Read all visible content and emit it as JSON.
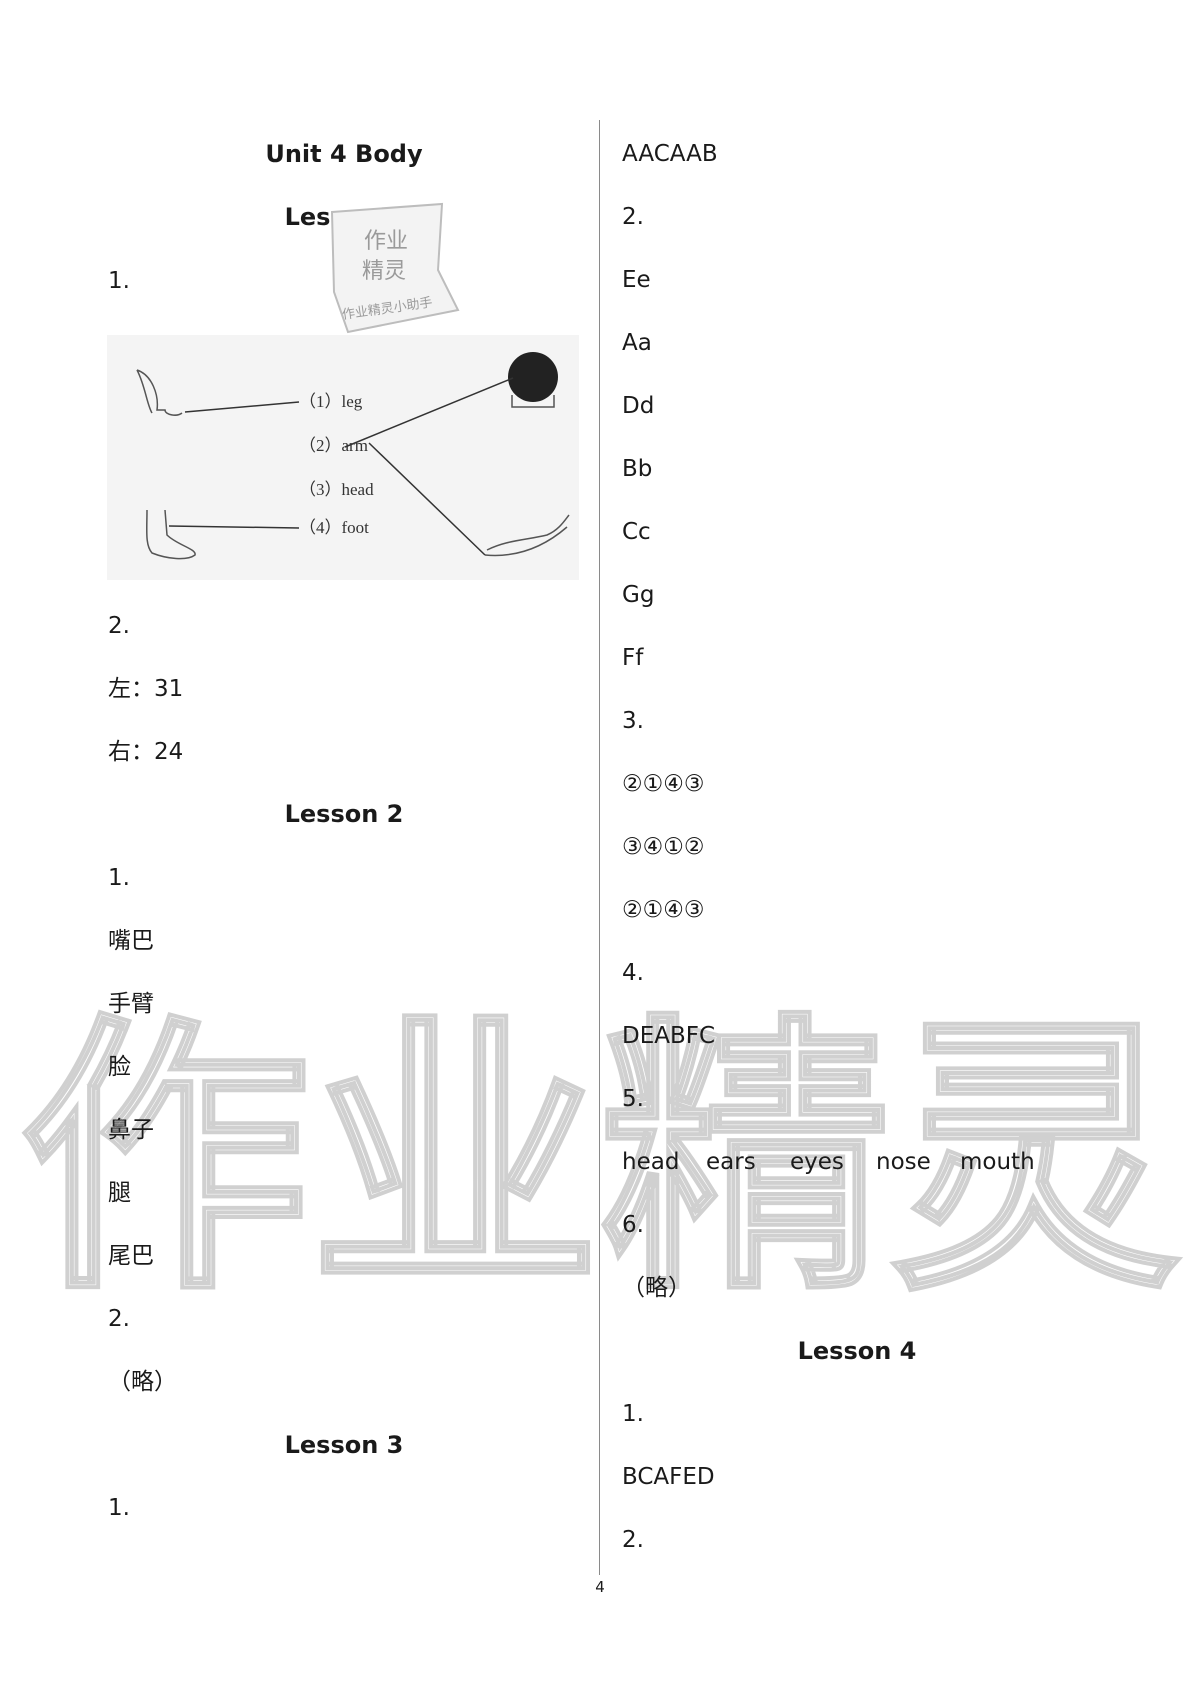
{
  "unit_title": "Unit 4 Body",
  "page_number": "4",
  "lesson1": {
    "title": "Lesson 1",
    "q1": "1.",
    "figure": {
      "labels": [
        "（1）leg",
        "（2）arm",
        "（3）head",
        "（4）foot"
      ]
    },
    "q2": "2.",
    "left_answer": "左：31",
    "right_answer": "右：24"
  },
  "lesson2": {
    "title": "Lesson 2",
    "q1": "1.",
    "answers": [
      "嘴巴",
      "手臂",
      "脸",
      "鼻子",
      "腿",
      "尾巴"
    ],
    "q2": "2.",
    "q2_answer": "（略）"
  },
  "lesson3": {
    "title": "Lesson 3",
    "q1": "1.",
    "q1_answer": "AACAAB",
    "q2": "2.",
    "q2_answers": [
      "Ee",
      "Aa",
      "Dd",
      "Bb",
      "Cc",
      "Gg",
      "Ff"
    ],
    "q3": "3.",
    "q3_answers": [
      "②①④③",
      "③④①②",
      "②①④③"
    ],
    "q4": "4.",
    "q4_answer": "DEABFC",
    "q5": "5.",
    "q5_answers": [
      "head",
      "ears",
      "eyes",
      "nose",
      "mouth"
    ],
    "q6": "6.",
    "q6_answer": "（略）"
  },
  "lesson4": {
    "title": "Lesson 4",
    "q1": "1.",
    "q1_answer": "BCAFED",
    "q2": "2."
  },
  "stamp": {
    "line1": "作业",
    "line2": "精灵",
    "line3": "作业精灵小助手"
  },
  "watermark_text": "作业精灵"
}
